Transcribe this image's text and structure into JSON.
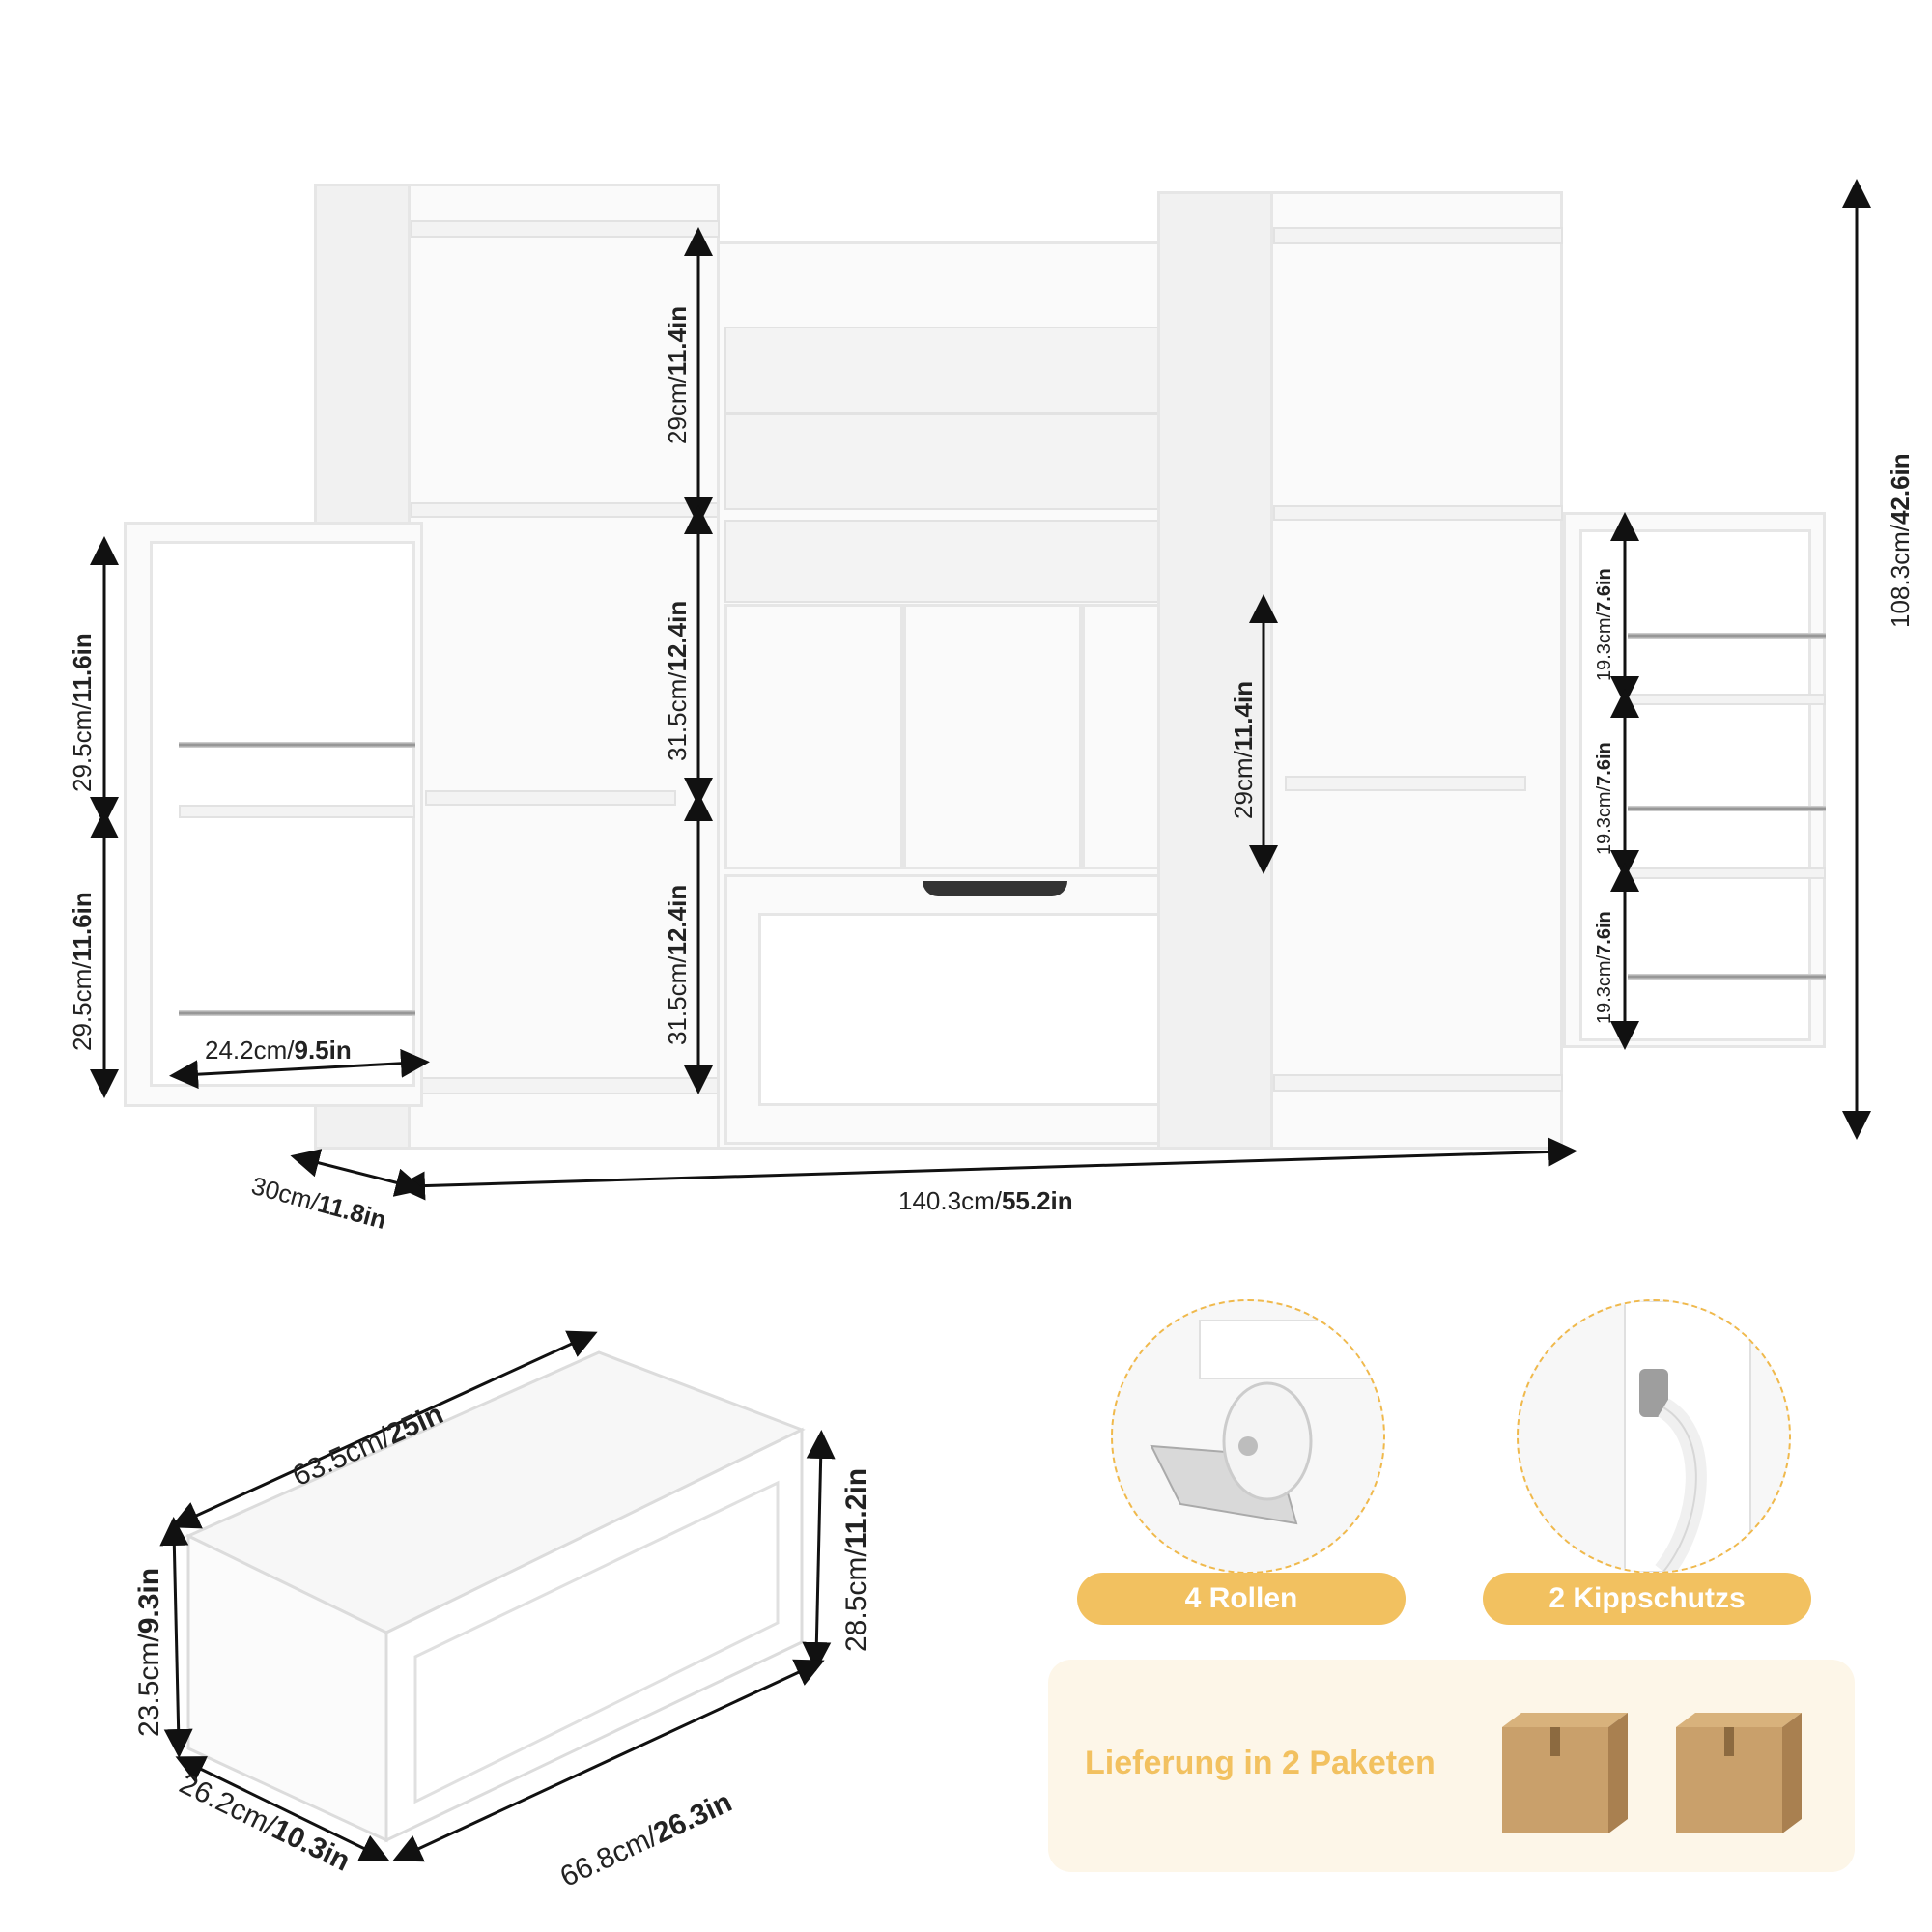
{
  "dimensions": {
    "height_total": {
      "cm": "108.3cm/",
      "in": "42.6in"
    },
    "width_total": {
      "cm": "140.3cm/",
      "in": "55.2in"
    },
    "depth": {
      "cm": "30cm/",
      "in": "11.8in"
    },
    "left_top_compartment": {
      "cm": "29cm/",
      "in": "11.4in"
    },
    "left_mid_compartment": {
      "cm": "31.5cm/",
      "in": "12.4in"
    },
    "left_low_compartment": {
      "cm": "31.5cm/",
      "in": "12.4in"
    },
    "center_cubby": {
      "cm": "29cm/",
      "in": "11.4in"
    },
    "left_door_upper": {
      "cm": "29.5cm/",
      "in": "11.6in"
    },
    "left_door_lower": {
      "cm": "29.5cm/",
      "in": "11.6in"
    },
    "left_door_width": {
      "cm": "24.2cm/",
      "in": "9.5in"
    },
    "right_door_1": {
      "cm": "19.3cm/",
      "in": "7.6in"
    },
    "right_door_2": {
      "cm": "19.3cm/",
      "in": "7.6in"
    },
    "right_door_3": {
      "cm": "19.3cm/",
      "in": "7.6in"
    },
    "drawer_top": {
      "cm": "63.5cm/",
      "in": "25in"
    },
    "drawer_front_height": {
      "cm": "28.5cm/",
      "in": "11.2in"
    },
    "drawer_side_height": {
      "cm": "23.5cm/",
      "in": "9.3in"
    },
    "drawer_depth": {
      "cm": "26.2cm/",
      "in": "10.3in"
    },
    "drawer_front_width": {
      "cm": "66.8cm/",
      "in": "26.3in"
    }
  },
  "features": {
    "wheels_label": "4 Rollen",
    "tip_label": "2 Kippschutzs",
    "delivery_label": "Lieferung in 2 Paketen"
  },
  "colors": {
    "accent": "#f2c160",
    "delivery_bg": "#fdf6e8",
    "box": "#c9a06b"
  }
}
